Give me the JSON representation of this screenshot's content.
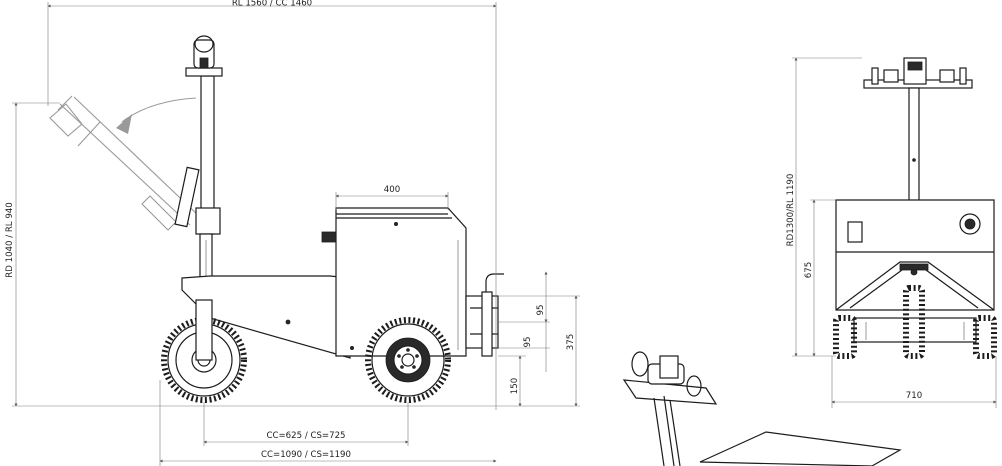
{
  "dimensions": {
    "overall_length": "RL 1560 / CC 1460",
    "total_height": "RD 1040 / RL 940",
    "hood_width": "400",
    "hitch_spacing_top": "95",
    "hitch_spacing_bottom": "95",
    "hitch_height": "375",
    "ground_clearance": "150",
    "wheelbase": "CC=625 / CS=725",
    "base_length": "CC=1090 / CS=1190",
    "front_height": "RD1300/RL 1190",
    "body_height": "675",
    "track_width": "710"
  }
}
